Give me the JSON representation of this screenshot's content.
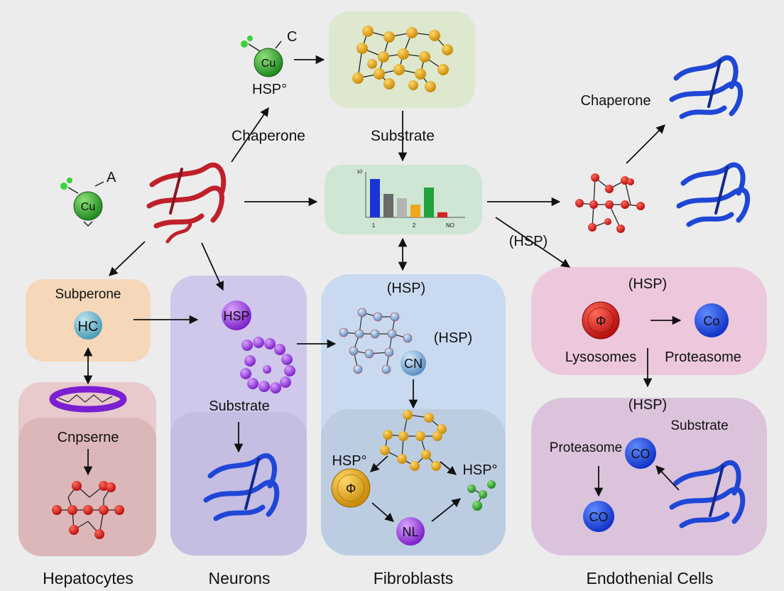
{
  "top": {
    "cu_top": "Cu",
    "cu_top_tag": "C",
    "hsp_top": "HSP°",
    "chaperone_left": "Chaperone",
    "substrate_top": "Substrate",
    "cu_left": "Cu",
    "cu_left_tag": "A",
    "chaperone_right": "Chaperone",
    "hsp_right": "(HSP)"
  },
  "bar_chart": {
    "y_tick": "10",
    "x_ticks": [
      "1",
      "2",
      "NO"
    ]
  },
  "chart_data": {
    "type": "bar",
    "categories": [
      "",
      "",
      "",
      "",
      "",
      ""
    ],
    "values": [
      9,
      5.5,
      4.5,
      3,
      7,
      1.2
    ],
    "colors": [
      "#1a35d6",
      "#6a6a6a",
      "#b3b3b3",
      "#f0a51c",
      "#1fa23c",
      "#d42222"
    ]
  },
  "hepatocytes": {
    "title": "Subperone",
    "node": "HC",
    "lower_title": "Cnpserne",
    "column_label": "Hepatocytes"
  },
  "neurons": {
    "node": "HSP",
    "substrate": "Substrate",
    "column_label": "Neurons"
  },
  "fibroblasts": {
    "hsp_top": "(HSP)",
    "hsp_mid": "(HSP)",
    "node": "CN",
    "hsp_left": "HSP°",
    "hsp_right": "HSP°",
    "node_bottom": "NL",
    "column_label": "Fibroblasts"
  },
  "endothelial": {
    "hsp_top": "(HSP)",
    "lysosomes": "Lysosomes",
    "proteasome_top": "Proteasome",
    "co_top": "Co",
    "hsp_mid": "(HSP)",
    "substrate": "Substrate",
    "proteasome_bottom": "Proteasome",
    "co_mid": "CO",
    "co_bottom": "CO",
    "column_label": "Endothenial Cells"
  }
}
